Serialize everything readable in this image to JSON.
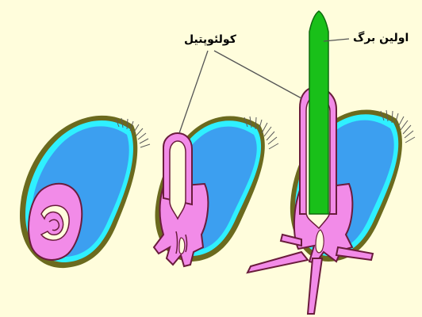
{
  "labels": {
    "coleoptile": "کولئوپتیل",
    "first_leaf": "اولین برگ"
  },
  "colors": {
    "background": "#fffddc",
    "seed_coat": "#6b6a1e",
    "aleurone": "#2ff0ff",
    "endosperm": "#3c9ff0",
    "embryo": "#f28be8",
    "outline": "#6a1c3c",
    "cavity": "#fffddc",
    "leaf": "#19c019",
    "root_hair": "#5a5a5a",
    "leader_line": "#555555"
  },
  "stages": 3
}
